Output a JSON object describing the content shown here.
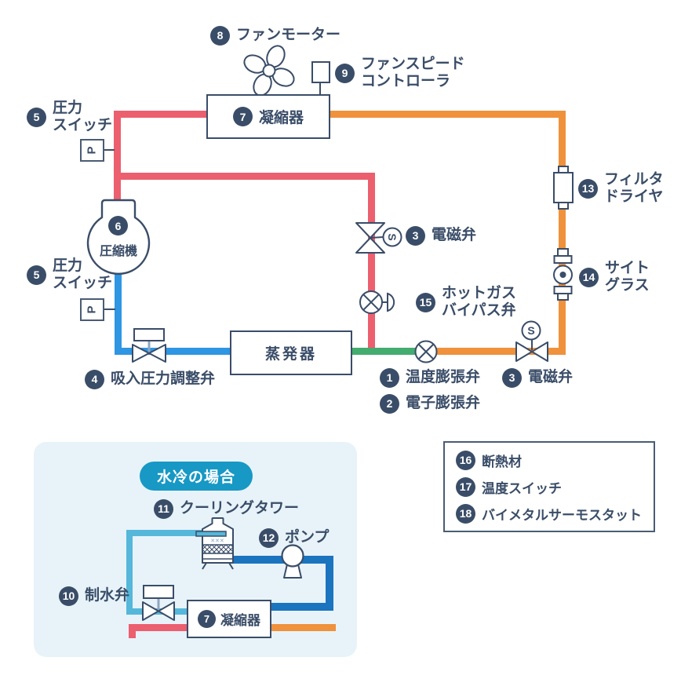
{
  "colors": {
    "outline_navy": "#3a4d68",
    "pipe_red": "#ec5f6f",
    "pipe_orange": "#f0913c",
    "pipe_green": "#43ac6f",
    "pipe_blue": "#2e96e3",
    "pipe_cyan": "#55b7d9",
    "pipe_dark_blue": "#1b74be",
    "panel_bg": "#e7f3f9",
    "pill_teal": "#1898c4"
  },
  "main_diagram": {
    "fan_motor": {
      "num": "8",
      "label": "ファンモーター"
    },
    "fan_speed_controller": {
      "num": "9",
      "label_line1": "ファンスピード",
      "label_line2": "コントローラ"
    },
    "pressure_switch_high": {
      "num": "5",
      "label_line1": "圧力",
      "label_line2": "スイッチ",
      "symbol": "P"
    },
    "pressure_switch_low": {
      "num": "5",
      "label_line1": "圧力",
      "label_line2": "スイッチ",
      "symbol": "P"
    },
    "condenser": {
      "num": "7",
      "label": "凝縮器"
    },
    "compressor": {
      "num": "6",
      "label": "圧縮機"
    },
    "solenoid_valve_top": {
      "num": "3",
      "label": "電磁弁",
      "symbol": "S"
    },
    "hot_gas_bypass_valve": {
      "num": "15",
      "label_line1": "ホットガス",
      "label_line2": "バイパス弁"
    },
    "filter_dryer": {
      "num": "13",
      "label_line1": "フィルタ",
      "label_line2": "ドライヤ"
    },
    "sight_glass": {
      "num": "14",
      "label_line1": "サイト",
      "label_line2": "グラス"
    },
    "evaporator": {
      "label": "蒸発器"
    },
    "suction_pressure_valve": {
      "num": "4",
      "label": "吸入圧力調整弁"
    },
    "thermal_expansion_valve": {
      "num": "1",
      "label": "温度膨張弁"
    },
    "electronic_expansion_valve": {
      "num": "2",
      "label": "電子膨張弁"
    },
    "solenoid_valve_bottom": {
      "num": "3",
      "label": "電磁弁",
      "symbol": "S"
    }
  },
  "water_cooled_panel": {
    "title": "水冷の場合",
    "cooling_tower": {
      "num": "11",
      "label": "クーリングタワー"
    },
    "pump": {
      "num": "12",
      "label": "ポンプ"
    },
    "water_valve": {
      "num": "10",
      "label": "制水弁"
    },
    "condenser": {
      "num": "7",
      "label": "凝縮器"
    }
  },
  "legend": {
    "items": [
      {
        "num": "16",
        "label": "断熱材"
      },
      {
        "num": "17",
        "label": "温度スイッチ"
      },
      {
        "num": "18",
        "label": "バイメタルサーモスタット"
      }
    ]
  }
}
